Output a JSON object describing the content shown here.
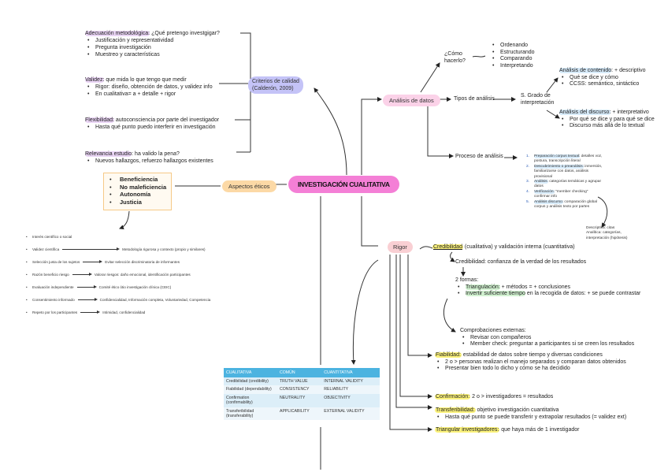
{
  "root": {
    "label": "INVESTIGACIÓN CUALITATIVA"
  },
  "criterios": {
    "label_line1": "Criterios de calidad",
    "label_line2": "(Calderón, 2009)",
    "adecuacion": {
      "title": "Adecuación metodológica:",
      "text": " ¿Qué pretengo investgigar?",
      "items": [
        "Justificación y representatividad",
        "Pregunta investigación",
        "Muestreo y características"
      ]
    },
    "validez": {
      "title": "Validez:",
      "text": " que mida lo que tengo que medir",
      "items": [
        "Rigor: diseño, obtención de datos, y validez info",
        "En cualitativa= a + detalle + rigor"
      ]
    },
    "flexibilidad": {
      "title": "Flexibilidad:",
      "text": " autoconsciencia por parte del investigador",
      "items": [
        "Hasta qué punto puedo interferir en investigación"
      ]
    },
    "relevancia": {
      "title": "Relevancia estudio",
      "text": ": ha valido la pena?",
      "items": [
        "Nuevos hallazgos, refuerzo hallazgos existentes"
      ]
    }
  },
  "eticos": {
    "label": "Aspectos éticos",
    "principios": [
      "Beneficiencia",
      "No maleficiencia",
      "Autonomía",
      "Justicia"
    ],
    "rows": [
      {
        "left": "Interés científico o social",
        "right": ""
      },
      {
        "left": "Validez científica",
        "right": "Metodología rigurosa y contexto (propio y similares)"
      },
      {
        "left": "Selección justa de los sujetos",
        "right": "Evitar selección discriminatoria de informantes"
      },
      {
        "left": "Razón beneficio riesgo",
        "right": "Valorar riesgos: daño emocional, identificación participantes"
      },
      {
        "left": "Evaluación independiente",
        "right": "Comité ético ótio investigación clínica (CEIC)"
      },
      {
        "left": "Consentimiento informado",
        "right": "Confidencialidad, Información completa, Voluntariedad, Competencia"
      },
      {
        "left": "Repeto por los participantes",
        "right": "Intimidad, confidencialidad"
      }
    ]
  },
  "analisis": {
    "label": "Análisis de datos",
    "como": {
      "label_line1": "¿Cómo",
      "label_line2": "hacerlo?",
      "items": [
        "Ordenando",
        "Estructurando",
        "Comparando",
        "Interpretando"
      ]
    },
    "tipos": {
      "label": "Tipos de análisis",
      "grado_line1": "S. Grado de",
      "grado_line2": "interpretación",
      "contenido": {
        "title": "Análisis de contenido",
        "text": ": + descriptivo",
        "items": [
          "Qué se dice y cómo",
          "CCSS: semántico, sintáctico"
        ]
      },
      "discurso": {
        "title": "Análisis del discurso:",
        "text": " + interpretativo",
        "items": [
          "Por qué se dice y para qué se dice",
          "Discurso más allá de lo textual"
        ]
      }
    },
    "proceso": {
      "label": "Proceso de análisis",
      "steps": [
        {
          "title": "Preparación corpus textual:",
          "text": " detalles voz, postura, transcripción literal"
        },
        {
          "title": "Descubrimiento o preanálisis:",
          "text": " inmersión, familiarizarse con datos, análisis provisional"
        },
        {
          "title": "Análisis:",
          "text": " categorías temáticas y agrupar datos"
        },
        {
          "title": "Verificación:",
          "text": " \"member checking\" confirmar info"
        },
        {
          "title": "Análisis discurso:",
          "text": " comparación global corpus y análisis texto por partes"
        }
      ],
      "note": [
        "Descriptiva: citas",
        "Analítica: categorías,",
        "interpretación (hipótesis)"
      ]
    }
  },
  "rigor": {
    "label": "Rigor",
    "credibilidad": {
      "title": "Credibilidad",
      "text": " (cualitativa) y validación interna (cuantitativa)",
      "def": "Credibilidad: confianza de la verdad de los resultados",
      "formas_label": "2 formas:",
      "formas": [
        {
          "title": "Triangulación:",
          "text": " + métodos = + conclusiones"
        },
        {
          "title": "Invertir suficiente tiempo",
          "text": " en la recogida de datos: + se puede contrastar"
        }
      ],
      "externas_label": "Comprobaciones externas:",
      "externas": [
        "Revisar con compañeros",
        "Member check: preguntar a participantes si se creen los resultados"
      ]
    },
    "fiabilidad": {
      "title": "Fiabilidad:",
      "text": " estabilidad de datos sobre tiempo y diversas condiciones",
      "items": [
        "2 o > personas realizan el manejo separados y comparan datos obtenidos",
        "Presentar bien todo lo dicho y cómo se ha decidido"
      ]
    },
    "confirmacion": {
      "title": "Confirmación:",
      "text": " 2 o > investigadores = resultados"
    },
    "transferibilidad": {
      "title": "Transferibilidad:",
      "text": " objetivo investigación cuantitativa",
      "items": [
        "Hasta qué punto se puede transferir y extrapolar resultados (= validez ext)"
      ]
    },
    "triangular": {
      "title": "Triangular investigadores:",
      "text": " que haya más de 1 investigador"
    }
  },
  "tabla": {
    "headers": [
      "CUALITATIVA",
      "COMÚN",
      "CUANTITATIVA"
    ],
    "rows": [
      [
        "Credibilidad (credibility)",
        "TRUTH VALUE",
        "INTERNAL VALIDITY"
      ],
      [
        "Fiabilidad (dependability)",
        "CONSISTENCY",
        "RELIABILITY"
      ],
      [
        "Confirmation (confirmability)",
        "NEUTRALITY",
        "OBJECTIVITY"
      ],
      [
        "Transferibilidad (transferability)",
        "APPLICABILITY",
        "EXTERNAL VALIDITY"
      ]
    ]
  },
  "colors": {
    "root": "#f47fd6",
    "criterios": "#c4c3f7",
    "eticos": "#fcd9a6",
    "analisis": "#fbd2e8",
    "rigor": "#f9cfd3",
    "highlight_yellow": "#fbf27c",
    "table_header": "#4cb3e0"
  }
}
